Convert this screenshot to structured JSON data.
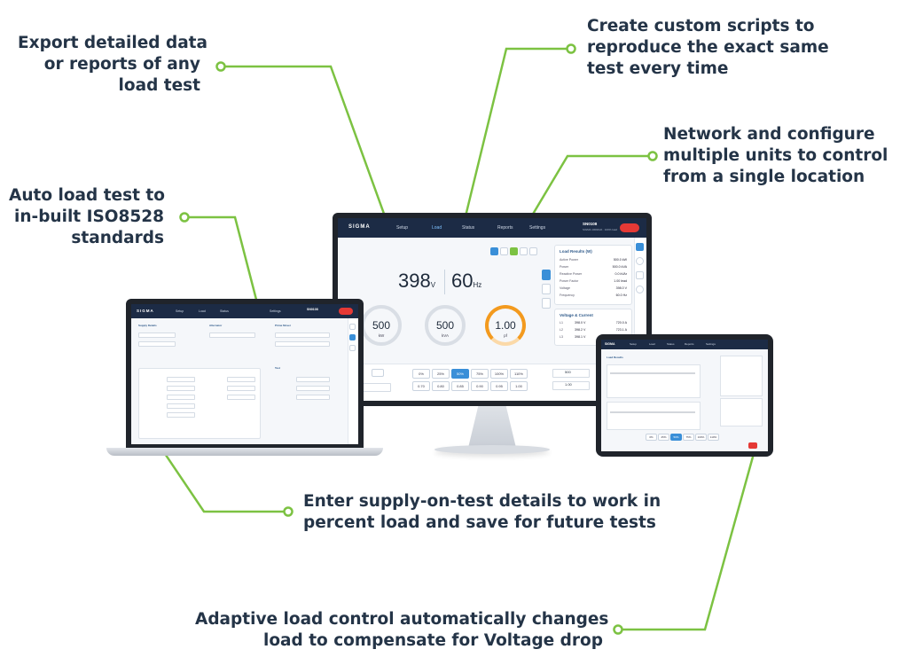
{
  "callouts": {
    "export": [
      "Export detailed data",
      "or reports of any",
      "load test"
    ],
    "scripts": [
      "Create custom scripts to",
      "reproduce the exact same",
      "test every time"
    ],
    "network": [
      "Network and configure",
      "multiple units to control",
      "from a single location"
    ],
    "auto": [
      "Auto load test to",
      "in-built ISO8528",
      "standards"
    ],
    "supply": [
      "Enter supply-on-test details to work in",
      "percent load and save for future tests"
    ],
    "adaptive": [
      "Adaptive load control automatically changes",
      "load to compensate for Voltage drop"
    ]
  },
  "colors": {
    "accent_green": "#7cc242",
    "nav_dark": "#1c2b45",
    "brand_blue": "#3a8fd8",
    "orange": "#f39a1e",
    "alarm_red": "#e53935"
  },
  "monitor": {
    "brand": "SIGMA",
    "tabs": [
      "Setup",
      "Load",
      "Status",
      "Reports",
      "Settings"
    ],
    "unit_id": "SN0108",
    "unit_sub": "SIGMA 1000kVA · 100% load",
    "voltage": "398",
    "voltage_unit": "V",
    "frequency": "60",
    "frequency_unit": "Hz",
    "gauges": [
      {
        "value": "500",
        "label": "kW"
      },
      {
        "value": "500",
        "label": "kVA"
      },
      {
        "value": "1.00",
        "label": "pf"
      }
    ],
    "percent_buttons": [
      "0%",
      "25%",
      "50%",
      "75%",
      "100%",
      "110%"
    ],
    "pf_buttons": [
      "0.70",
      "0.80",
      "0.85",
      "0.90",
      "0.95",
      "1.00"
    ],
    "step_value_1": "500",
    "step_value_2": "1.00",
    "results_title": "Load Results (W)",
    "results": [
      {
        "label": "Active Power",
        "value": "500.0 kW"
      },
      {
        "label": "Power",
        "value": "500.0 kVA"
      },
      {
        "label": "Reactive Power",
        "value": "0.0 kVAr"
      },
      {
        "label": "Power Factor",
        "value": "1.00 lead"
      },
      {
        "label": "Voltage",
        "value": "398.0 V"
      },
      {
        "label": "Frequency",
        "value": "60.0 Hz"
      }
    ],
    "vc_title": "Voltage & Current",
    "vc_rows": [
      {
        "ph": "L1",
        "v": "398.0 V",
        "i": "720.0 A"
      },
      {
        "ph": "L2",
        "v": "398.2 V",
        "i": "723.1 A"
      },
      {
        "ph": "L3",
        "v": "398.1 V",
        "i": "725.0 A"
      }
    ]
  },
  "laptop": {
    "brand": "SIGMA",
    "tabs": [
      "Setup",
      "Load",
      "Status",
      "Settings"
    ],
    "sections": [
      "Supply Details",
      "Alternator",
      "Prime Mover",
      "Test"
    ],
    "unit_id": "SN0108"
  },
  "tablet": {
    "brand": "SIGMA",
    "tabs": [
      "Setup",
      "Load",
      "Status",
      "Reports",
      "Settings"
    ],
    "chart_title": "Load Results",
    "percent_buttons": [
      "0%",
      "25%",
      "50%",
      "75%",
      "100%",
      "110%"
    ]
  }
}
